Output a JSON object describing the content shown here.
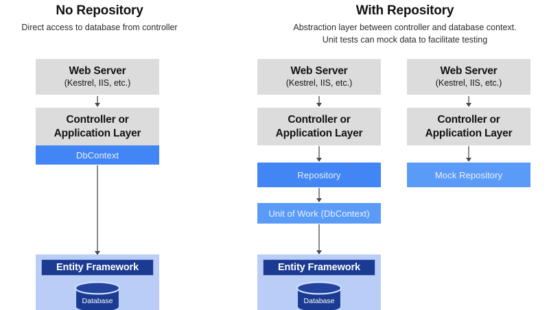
{
  "diagram": {
    "title_left": "No Repository",
    "subtitle_left": "Direct access to database from controller",
    "title_right": "With Repository",
    "subtitle_right_line1": "Abstraction layer between controller and database context.",
    "subtitle_right_line2": "Unit tests can mock data to facilitate testing",
    "colors": {
      "gray_box": "#dcdcdc",
      "blue_box": "#4285f4",
      "blue_box_light": "#5b9bf8",
      "panel_light_blue": "#b9cdf7",
      "entity_framework_navy": "#1b3a92",
      "arrow_gray": "#8a8a8a",
      "background": "#ffffff"
    }
  },
  "columns": {
    "no_repository": {
      "web_server": {
        "line1": "Web Server",
        "line2": "(Kestrel, IIS, etc.)"
      },
      "controller": {
        "line1": "Controller or",
        "line2": "Application Layer"
      },
      "dbcontext": "DbContext",
      "entity_framework": "Entity Framework",
      "database": "Database"
    },
    "with_repository": {
      "web_server": {
        "line1": "Web Server",
        "line2": "(Kestrel, IIS, etc.)"
      },
      "controller": {
        "line1": "Controller or",
        "line2": "Application Layer"
      },
      "repository": "Repository",
      "unit_of_work": "Unit of Work (DbContext)",
      "entity_framework": "Entity Framework",
      "database": "Database"
    },
    "with_repository_mock": {
      "web_server": {
        "line1": "Web Server",
        "line2": "(Kestrel, IIS, etc.)"
      },
      "controller": {
        "line1": "Controller or",
        "line2": "Application Layer"
      },
      "mock_repository": "Mock Repository"
    }
  }
}
